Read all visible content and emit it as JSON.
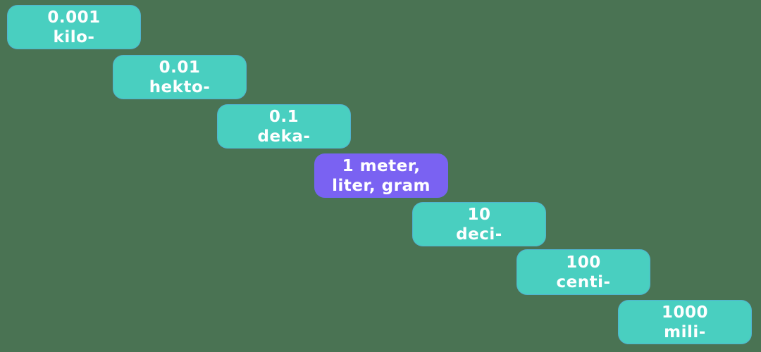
{
  "colors": {
    "background": "#4a7353",
    "step_teal": "#49cfc0",
    "step_base_purple": "#7a62f2",
    "text": "#ffffff"
  },
  "diagram": {
    "type": "metric-prefix-staircase",
    "steps": [
      {
        "value": "0.001",
        "prefix": "kilo-",
        "variant": "teal"
      },
      {
        "value": "0.01",
        "prefix": "hekto-",
        "variant": "teal"
      },
      {
        "value": "0.1",
        "prefix": "deka-",
        "variant": "teal"
      },
      {
        "value": "1 meter,",
        "prefix": "liter, gram",
        "variant": "purple"
      },
      {
        "value": "10",
        "prefix": "deci-",
        "variant": "teal"
      },
      {
        "value": "100",
        "prefix": "centi-",
        "variant": "teal"
      },
      {
        "value": "1000",
        "prefix": "mili-",
        "variant": "teal"
      }
    ]
  }
}
